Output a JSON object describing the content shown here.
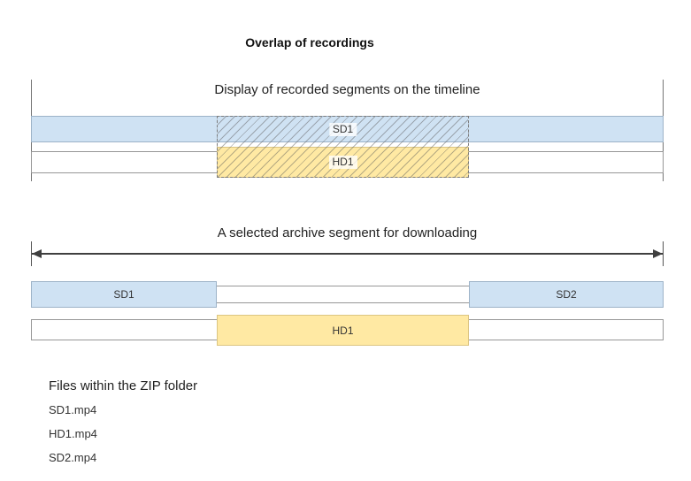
{
  "title": "Overlap of recordings",
  "diagram1": {
    "caption": "Display of recorded segments on the timeline",
    "sd1_label": "SD1",
    "hd1_label": "HD1"
  },
  "diagram2": {
    "caption": "A selected archive segment for downloading",
    "sd1_label": "SD1",
    "hd1_label": "HD1",
    "sd2_label": "SD2"
  },
  "files": {
    "heading": "Files within the ZIP folder",
    "items": [
      "SD1.mp4",
      "HD1.mp4",
      "SD2.mp4"
    ]
  },
  "colors": {
    "sd_fill": "#cfe2f3",
    "hd_fill": "#ffe9a3",
    "arrow": "#3f3f3f",
    "track_border": "#979797"
  }
}
